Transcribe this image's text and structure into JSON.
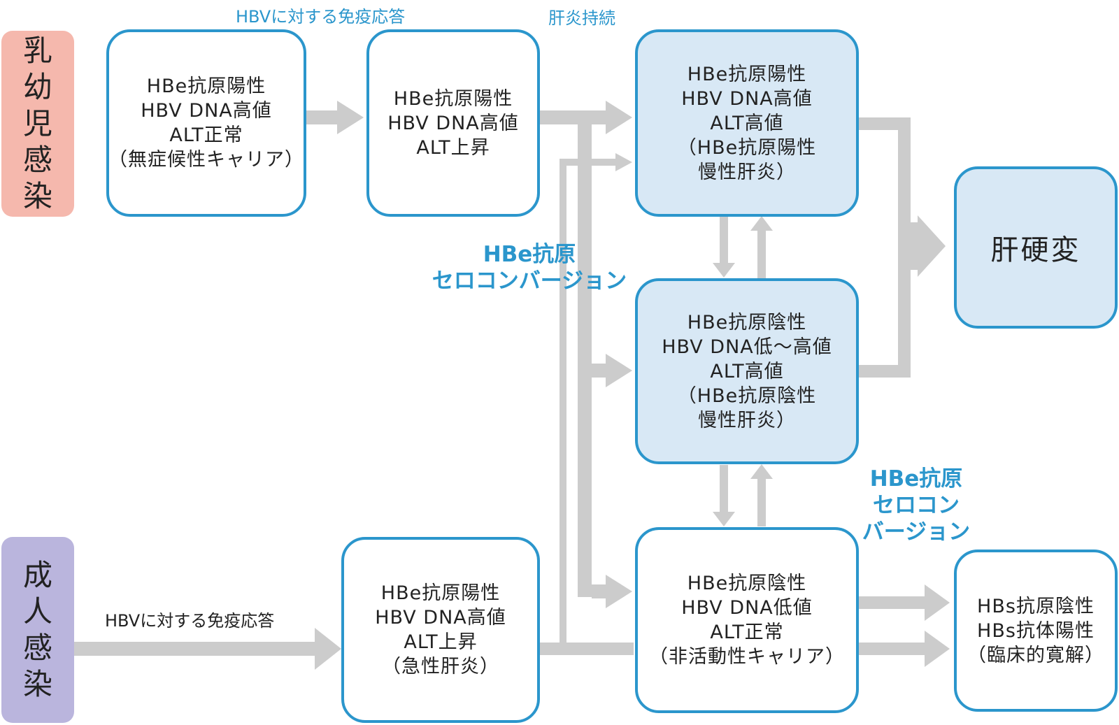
{
  "side_labels": {
    "infant": "乳幼児感染",
    "adult": "成人感染"
  },
  "labels": {
    "immune_response_top": "HBVに対する免疫応答",
    "hepatitis_persistent": "肝炎持続",
    "immune_response_adult": "HBVに対する免疫応答"
  },
  "seroconversion_1": [
    "HBe抗原",
    "セロコンバージョン"
  ],
  "seroconversion_2": [
    "HBe抗原",
    "セロコン",
    "バージョン"
  ],
  "boxes": {
    "carrier": [
      "HBe抗原陽性",
      "HBV DNA高値",
      "ALT正常",
      "（無症候性キャリア）"
    ],
    "alt_rise": [
      "HBe抗原陽性",
      "HBV DNA高値",
      "ALT上昇"
    ],
    "hbe_pos_chronic": [
      "HBe抗原陽性",
      "HBV DNA高値",
      "ALT高値",
      "（HBe抗原陽性",
      "慢性肝炎）"
    ],
    "hbe_neg_chronic": [
      "HBe抗原陰性",
      "HBV DNA低～高値",
      "ALT高値",
      "（HBe抗原陰性",
      "慢性肝炎）"
    ],
    "inactive_carrier": [
      "HBe抗原陰性",
      "HBV DNA低値",
      "ALT正常",
      "（非活動性キャリア）"
    ],
    "acute": [
      "HBe抗原陽性",
      "HBV DNA高値",
      "ALT上昇",
      "（急性肝炎）"
    ],
    "cirrhosis": "肝硬変",
    "remission": [
      "HBs抗原陰性",
      "HBs抗体陽性",
      "（臨床的寛解）"
    ]
  },
  "colors": {
    "border": "#2b96cc",
    "box_fill_blue": "#d8e8f5",
    "arrow": "#cccccc",
    "infant_tag": "#f5b8ad",
    "adult_tag": "#bab5dd",
    "text_blue": "#2b96cc"
  }
}
